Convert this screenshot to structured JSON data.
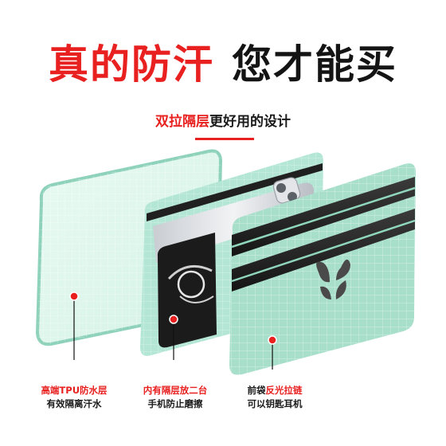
{
  "headline": {
    "part1": "真的防汗",
    "part2": "您才能买"
  },
  "subline": {
    "highlight": "双拉隔层",
    "rest": "更好用的设计"
  },
  "captions": [
    {
      "line1_red": "高端TPU防水层",
      "line1_dark": "",
      "line2": "有效隔离汗水"
    },
    {
      "line1_red": "内有隔层放二台",
      "line1_dark": "",
      "line2": "手机防止磨擦"
    },
    {
      "line1_red": "反光拉链",
      "line1_dark": "前袋",
      "line2": "可以钥匙耳机"
    }
  ],
  "colors": {
    "accent_red": "#e8201f",
    "mint": "#b3e6d4",
    "mint_dark": "#93d3bd",
    "text_dark": "#141414"
  },
  "icons": [
    "butterfly-logo-icon",
    "red-dot-marker-icon"
  ]
}
